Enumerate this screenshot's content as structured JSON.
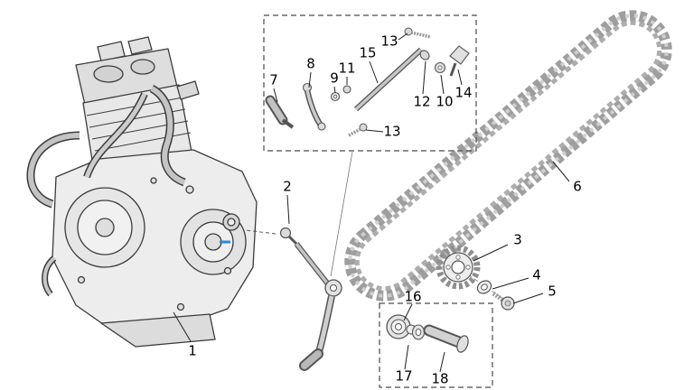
{
  "diagram": {
    "type": "exploded-parts-diagram",
    "subject": "engine-with-drive-chain-and-shift-linkage",
    "colors": {
      "background": "#ffffff",
      "outline": "#3b3b3b",
      "part_fill": "#ececec",
      "chain": "#9e9e9e",
      "leader_line": "#1f1f1f",
      "dashed_box": "#4a4a4a",
      "accent_blue": "#2e86de"
    }
  },
  "callouts": [
    {
      "id": "1",
      "label": "1"
    },
    {
      "id": "2",
      "label": "2"
    },
    {
      "id": "3",
      "label": "3"
    },
    {
      "id": "4",
      "label": "4"
    },
    {
      "id": "5",
      "label": "5"
    },
    {
      "id": "6",
      "label": "6"
    },
    {
      "id": "7",
      "label": "7"
    },
    {
      "id": "8",
      "label": "8"
    },
    {
      "id": "9",
      "label": "9"
    },
    {
      "id": "10",
      "label": "10"
    },
    {
      "id": "11",
      "label": "11"
    },
    {
      "id": "12",
      "label": "12"
    },
    {
      "id": "13-upper",
      "label": "13"
    },
    {
      "id": "13-lower",
      "label": "13"
    },
    {
      "id": "14",
      "label": "14"
    },
    {
      "id": "15",
      "label": "15"
    },
    {
      "id": "16",
      "label": "16"
    },
    {
      "id": "17",
      "label": "17"
    },
    {
      "id": "18",
      "label": "18"
    }
  ]
}
